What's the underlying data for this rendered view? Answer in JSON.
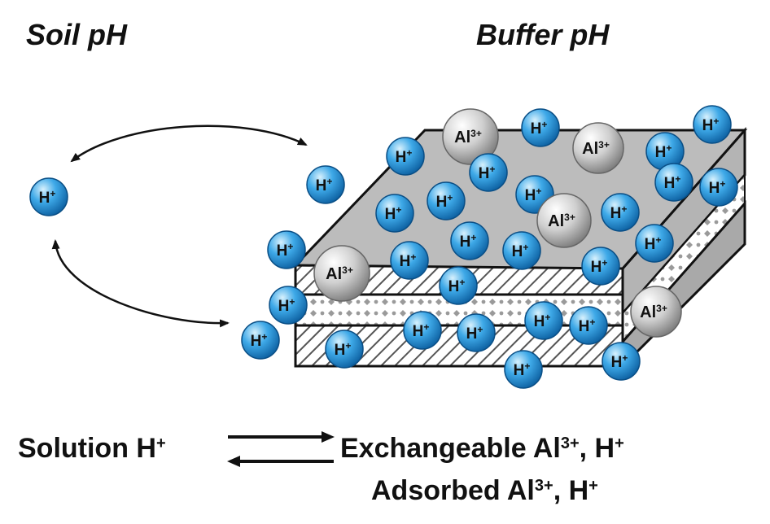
{
  "titles": {
    "left": "Soil pH",
    "right": "Buffer pH"
  },
  "equation": {
    "left_base": "Solution H",
    "left_sup": "+",
    "right_line1_base": "Exchangeable Al",
    "right_line1_sup": "3+",
    "right_line1_sep": ", H",
    "right_line1_sup2": "+",
    "right_line2_base": "Adsorbed Al",
    "right_line2_sup": "3+",
    "right_line2_sep": ", H",
    "right_line2_sup2": "+"
  },
  "ion_types": {
    "h": {
      "base": "H",
      "sup": "+"
    },
    "al": {
      "base": "Al",
      "sup": "3+"
    }
  },
  "colors": {
    "h_ion_light": "#bfe6fb",
    "h_ion_mid": "#38a6e6",
    "h_ion_dark": "#0c5fa0",
    "al_ion_light": "#ffffff",
    "al_ion_mid": "#c8c8c8",
    "al_ion_dark": "#6f6f6f",
    "slab_top": "#b9b9b9",
    "slab_side": "#9a9a9a",
    "line": "#111111"
  }
}
